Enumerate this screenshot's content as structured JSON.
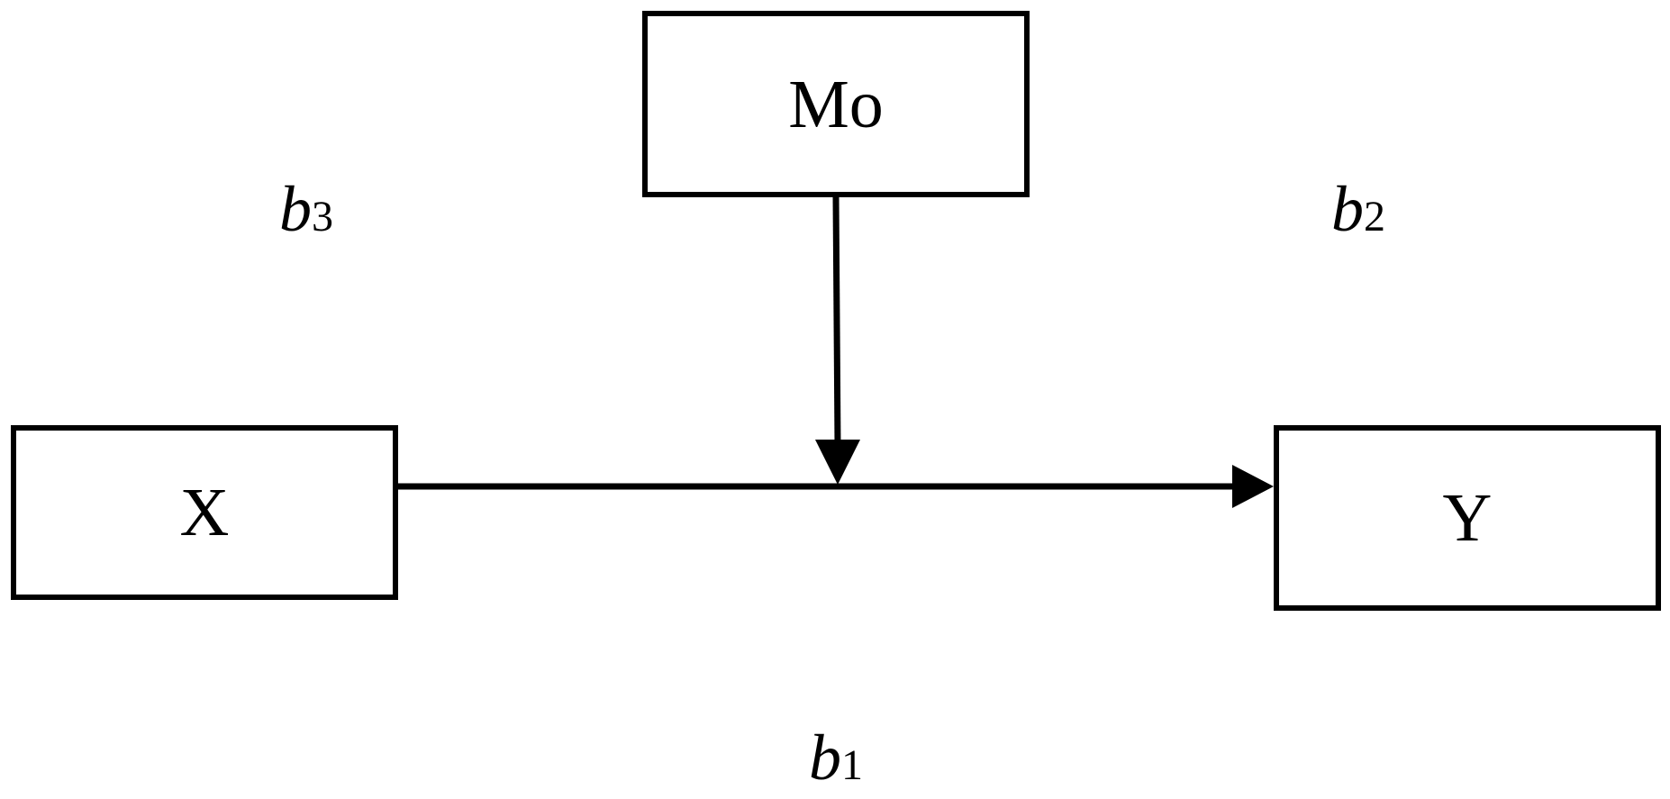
{
  "nodes": {
    "moderator": "Mo",
    "predictor": "X",
    "outcome": "Y"
  },
  "coefficients": {
    "b3": {
      "symbol": "b",
      "subscript": "3"
    },
    "b2": {
      "symbol": "b",
      "subscript": "2"
    },
    "b1": {
      "symbol": "b",
      "subscript": "1"
    }
  }
}
